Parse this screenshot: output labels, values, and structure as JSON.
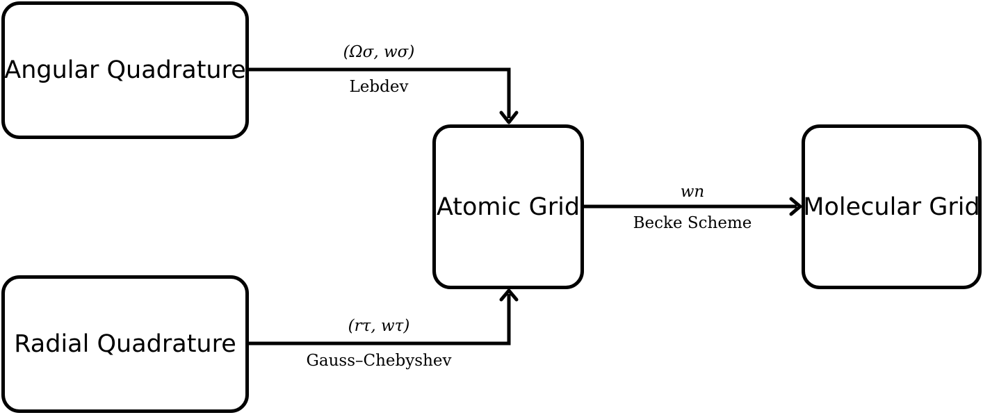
{
  "nodes": {
    "angular": "Angular Quadrature",
    "radial": "Radial Quadrature",
    "atomic": "Atomic Grid",
    "molecular": "Molecular Grid"
  },
  "edges": {
    "angular_to_atomic": {
      "above": "(Ωσ, wσ)",
      "below": "Lebdev"
    },
    "radial_to_atomic": {
      "above": "(rτ, wτ)",
      "below": "Gauss–Chebyshev"
    },
    "atomic_to_molecular": {
      "above": "wn",
      "below": "Becke Scheme"
    }
  }
}
